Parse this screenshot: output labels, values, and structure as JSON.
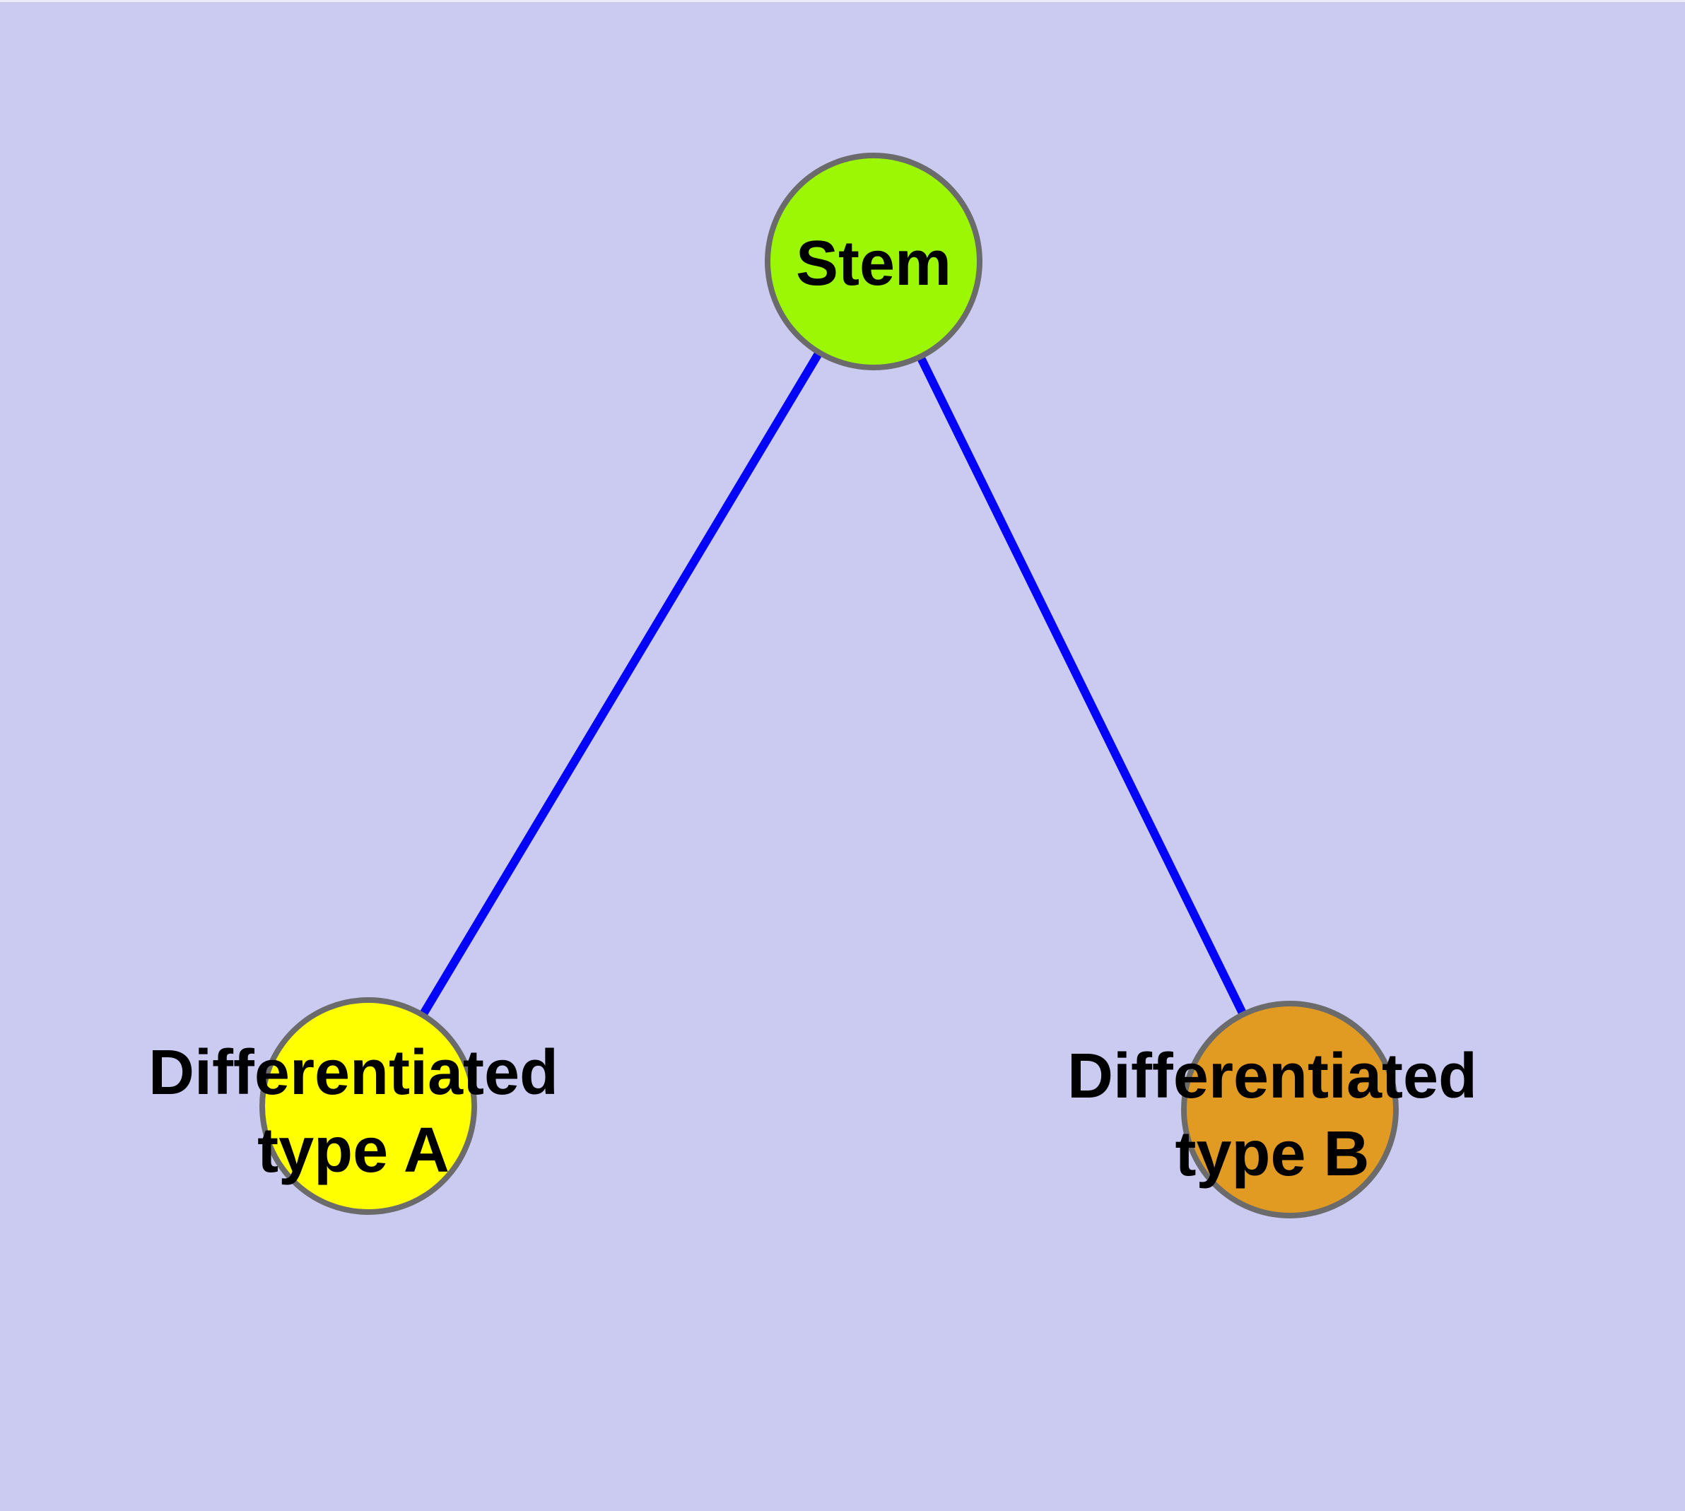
{
  "diagram": {
    "background_color": "#cbcbf2",
    "top_edge_highlight_color": "#ebebfb",
    "edge_color": "#0404f8",
    "node_border_color": "#6b6b6b",
    "label_color": "#000000",
    "nodes": {
      "stem": {
        "label": "Stem",
        "fill": "#9bf703"
      },
      "type_a": {
        "label": "Differentiated type A",
        "line1": "Differentiated",
        "line2": "type A",
        "fill": "#ffff00"
      },
      "type_b": {
        "label": "Differentiated type B",
        "line1": "Differentiated",
        "line2": "type B",
        "fill": "#e29b22"
      }
    },
    "edges": [
      {
        "from": "Stem",
        "to": "Differentiated type A"
      },
      {
        "from": "Stem",
        "to": "Differentiated type B"
      }
    ]
  }
}
